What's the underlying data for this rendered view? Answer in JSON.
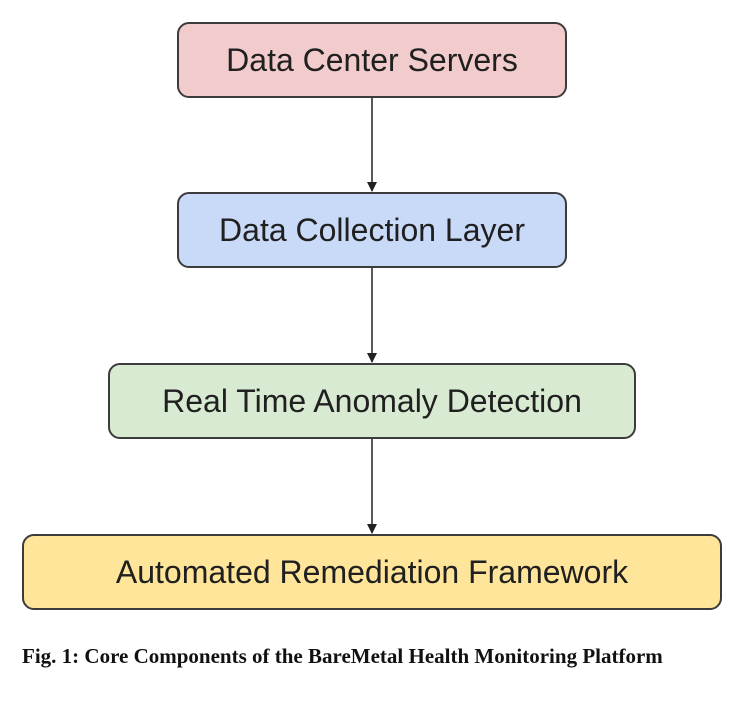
{
  "diagram": {
    "nodes": [
      {
        "id": "n1",
        "label": "Data Center Servers",
        "fill": "#f2cccc"
      },
      {
        "id": "n2",
        "label": "Data Collection Layer",
        "fill": "#c9daf8"
      },
      {
        "id": "n3",
        "label": "Real Time Anomaly Detection",
        "fill": "#d9ead3"
      },
      {
        "id": "n4",
        "label": "Automated Remediation Framework",
        "fill": "#ffe599"
      }
    ],
    "edges": [
      {
        "from": "n1",
        "to": "n2"
      },
      {
        "from": "n2",
        "to": "n3"
      },
      {
        "from": "n3",
        "to": "n4"
      }
    ],
    "arrow_color": "#222222"
  },
  "caption": "Fig. 1: Core Components of the BareMetal Health Monitoring Platform"
}
